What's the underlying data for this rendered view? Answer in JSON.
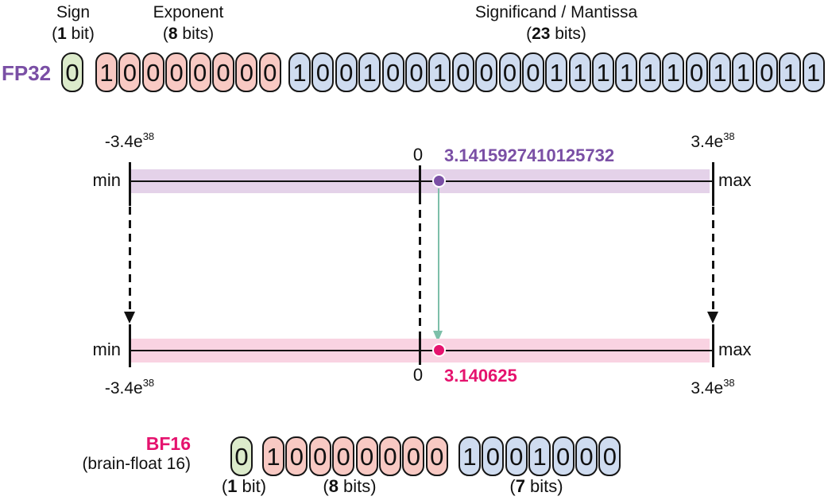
{
  "headers": {
    "sign_title": "Sign",
    "exponent_title": "Exponent",
    "significand_title": "Significand / Mantissa"
  },
  "counts": {
    "sign": {
      "pre": "(",
      "n": "1",
      "post": " bit)"
    },
    "exponent": {
      "pre": "(",
      "n": "8",
      "post": " bits)"
    },
    "mantissa23": {
      "pre": "(",
      "n": "23",
      "post": " bits)"
    },
    "mantissa7": {
      "pre": "(",
      "n": "7",
      "post": " bits)"
    }
  },
  "fp32": {
    "label": "FP32",
    "sign_bits": [
      "0"
    ],
    "exponent_bits": [
      "1",
      "0",
      "0",
      "0",
      "0",
      "0",
      "0",
      "0"
    ],
    "mantissa_bits": [
      "1",
      "0",
      "0",
      "1",
      "0",
      "0",
      "1",
      "0",
      "0",
      "0",
      "0",
      "1",
      "1",
      "1",
      "1",
      "1",
      "1",
      "0",
      "1",
      "1",
      "0",
      "1",
      "1"
    ]
  },
  "bf16": {
    "label": "BF16",
    "sublabel": "(brain-float 16)",
    "sign_bits": [
      "0"
    ],
    "exponent_bits": [
      "1",
      "0",
      "0",
      "0",
      "0",
      "0",
      "0",
      "0"
    ],
    "mantissa_bits": [
      "1",
      "0",
      "0",
      "1",
      "0",
      "0",
      "0"
    ]
  },
  "numberline": {
    "min_label": "min",
    "max_label": "max",
    "zero_label": "0",
    "neg_range_base": "-3.4e",
    "pos_range_base": "3.4e",
    "range_exponent": "38",
    "fp32_value": "3.1415927410125732",
    "bf16_value": "3.140625"
  },
  "colors": {
    "fp32_accent": "#7A4FA5",
    "bf16_accent": "#E5136E",
    "sign_fill": "#DCEBCB",
    "exponent_fill": "#F8C9C3",
    "mantissa_fill": "#CFDCF0",
    "fp32_band": "#E4D2E9",
    "bf16_band": "#F9D3E2",
    "cast_arrow": "#7DBFA9"
  }
}
